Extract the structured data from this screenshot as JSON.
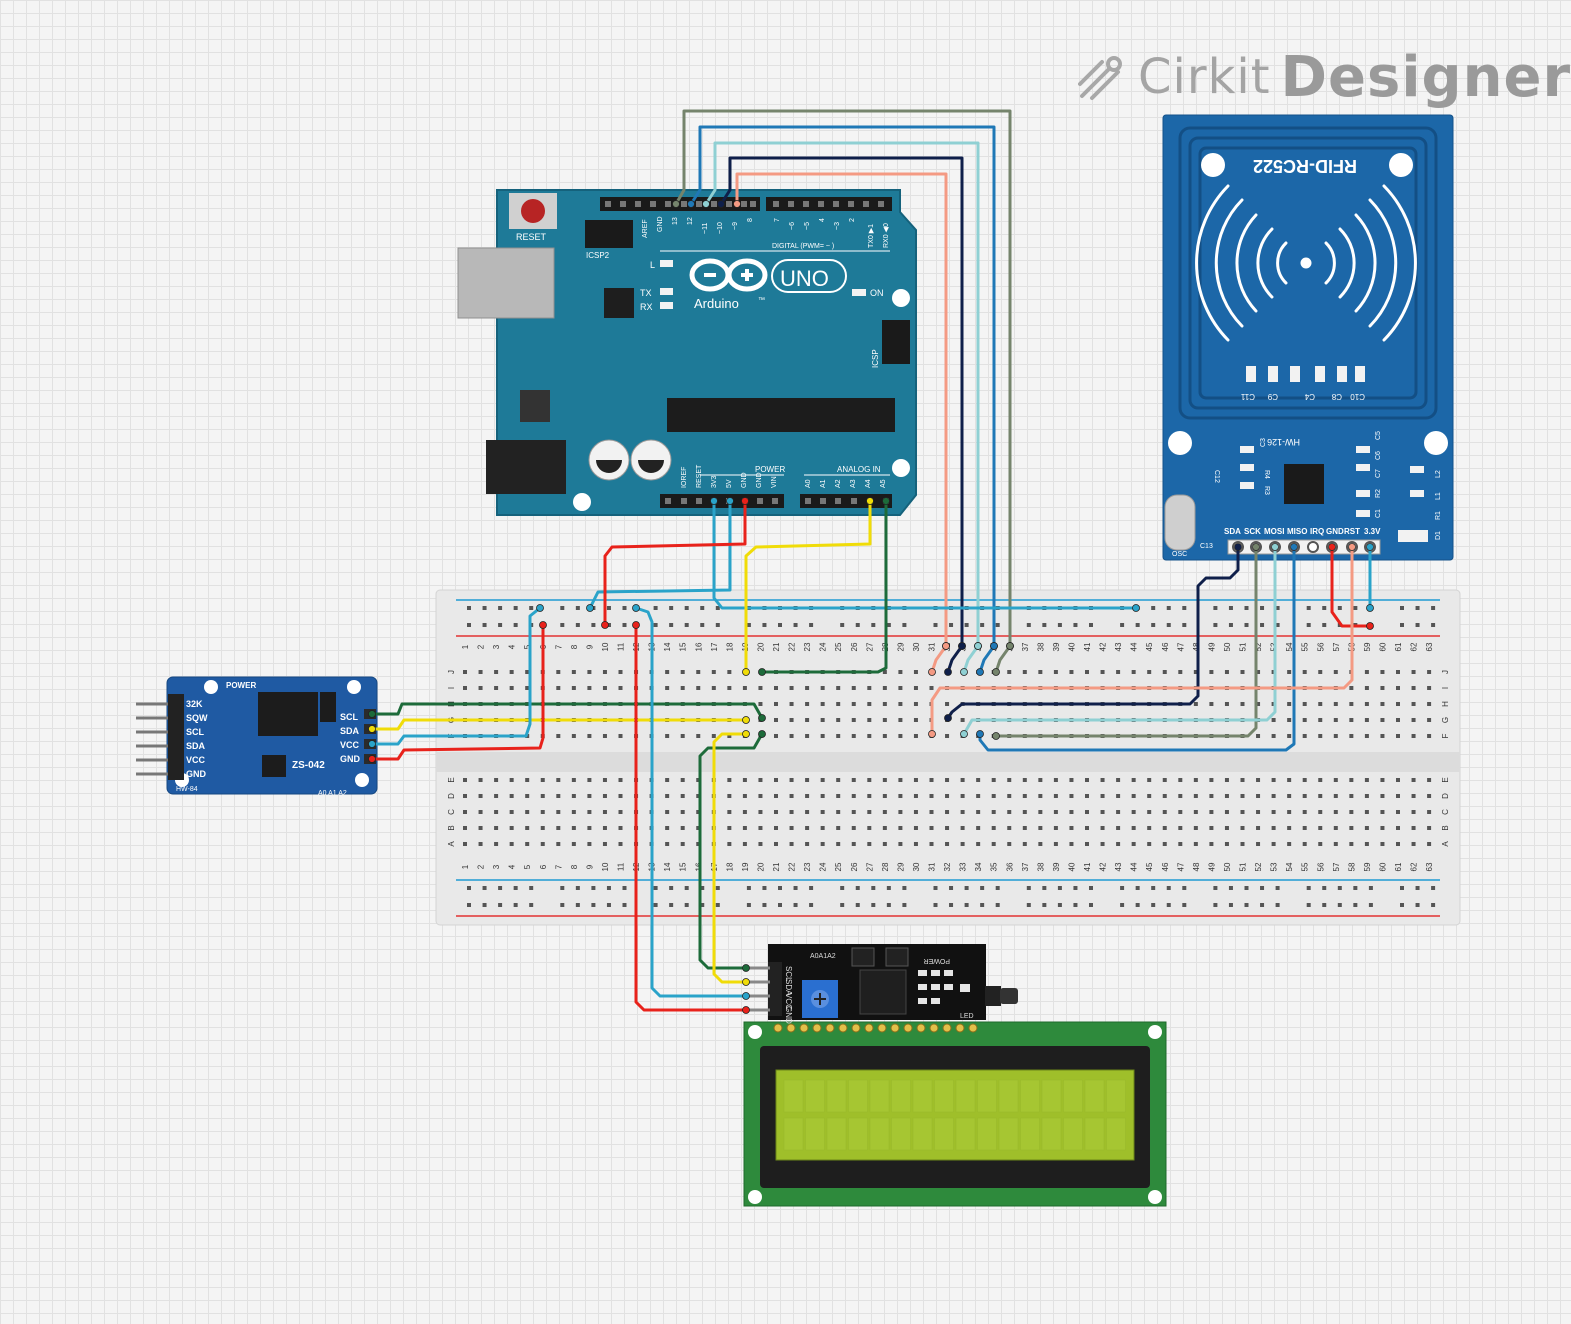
{
  "brand": {
    "name": "Cirkit",
    "product": "Designer"
  },
  "arduino": {
    "reset": "RESET",
    "icsp2": "ICSP2",
    "icsp": "ICSP",
    "aref": "AREF",
    "gnd": "GND",
    "d13": "13",
    "d12": "12",
    "d11": "~11",
    "d10": "~10",
    "d9": "~9",
    "d8": "8",
    "d7": "7",
    "d6": "~6",
    "d5": "~5",
    "d4": "4",
    "d3": "~3",
    "d2": "2",
    "tx1": "TX0 ▶1",
    "rx0": "RX0 ◀0",
    "digital": "DIGITAL (PWM= ~ )",
    "l": "L",
    "tx": "TX",
    "rx": "RX",
    "on": "ON",
    "logo_text": "Arduino",
    "uno": "UNO",
    "tm": "™",
    "power": "POWER",
    "analog_in": "ANALOG IN",
    "power_pins": [
      "IOREF",
      "RESET",
      "3V3",
      "5V",
      "GND",
      "GND",
      "VIN"
    ],
    "analog_pins": [
      "A0",
      "A1",
      "A2",
      "A3",
      "A4",
      "A5"
    ]
  },
  "rfid": {
    "title": "RFID-RC522",
    "board": "HW-126",
    "pins": [
      "SDA",
      "SCK",
      "MOSI",
      "MISO",
      "IRQ",
      "GND",
      "RST",
      "3.3V"
    ],
    "caps": [
      "C11",
      "C9",
      "C4",
      "C8",
      "C10"
    ],
    "parts": [
      "C3",
      "C5",
      "C12",
      "R4",
      "R3",
      "C6",
      "C7",
      "L2",
      "R2",
      "L1",
      "C1",
      "R1",
      "C13",
      "D1",
      "OSC"
    ]
  },
  "rtc": {
    "power": "POWER",
    "model": "ZS-042",
    "board": "HW-84",
    "left_pins": [
      "32K",
      "SQW",
      "SCL",
      "SDA",
      "VCC",
      "GND"
    ],
    "right_pins": [
      "SCL",
      "SDA",
      "VCC",
      "GND"
    ],
    "addr": "A0 A1 A2"
  },
  "i2c": {
    "pins": [
      "SCL",
      "SDA",
      "VCC",
      "GND"
    ],
    "addr": "A0A1A2",
    "power": "POWER",
    "led": "LED"
  },
  "breadboard": {
    "columns": 63,
    "rows_top": [
      "J",
      "I",
      "H",
      "G",
      "F"
    ],
    "rows_bottom": [
      "E",
      "D",
      "C",
      "B",
      "A"
    ]
  },
  "colors": {
    "red": "#e8221b",
    "yellow": "#f0dc08",
    "green": "#1d6b3a",
    "cyan": "#2aa3c9",
    "navy": "#0f1f4a",
    "blue": "#1f78b6",
    "lightcyan": "#8fd0d3",
    "salmon": "#f49a83",
    "gray": "#75846c",
    "arduino": "#1e7a98",
    "rfid": "#1c67a8",
    "rtc": "#1f5aa3"
  }
}
